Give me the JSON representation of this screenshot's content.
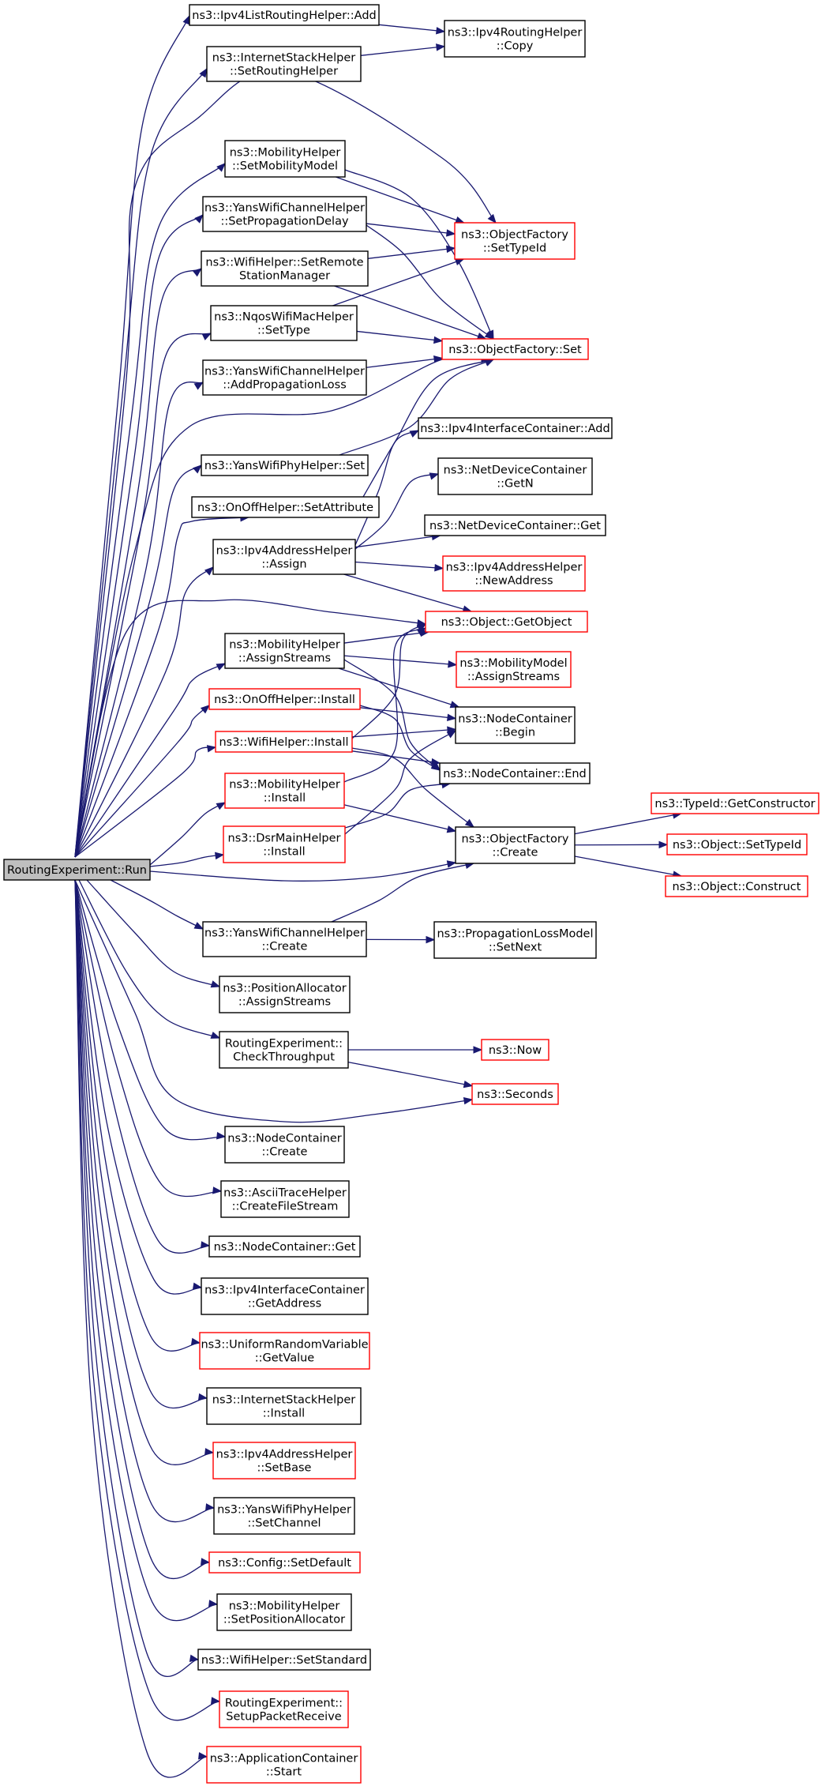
{
  "diagram": {
    "root": "RoutingExperiment::Run",
    "colors": {
      "edge": "#191970",
      "node_border_default": "#000000",
      "node_border_undocumented": "#ff0000",
      "root_fill": "#bfbfbf"
    },
    "nodes": {
      "run": {
        "lines": [
          "RoutingExperiment::Run"
        ],
        "style": "root"
      },
      "ipv4list_add": {
        "lines": [
          "ns3::Ipv4ListRoutingHelper::Add"
        ],
        "style": "black"
      },
      "ipv4rh_copy": {
        "lines": [
          "ns3::Ipv4RoutingHelper",
          "::Copy"
        ],
        "style": "black"
      },
      "ish_setrouting": {
        "lines": [
          "ns3::InternetStackHelper",
          "::SetRoutingHelper"
        ],
        "style": "black"
      },
      "mob_setmodel": {
        "lines": [
          "ns3::MobilityHelper",
          "::SetMobilityModel"
        ],
        "style": "black"
      },
      "of_settypeid": {
        "lines": [
          "ns3::ObjectFactory",
          "::SetTypeId"
        ],
        "style": "red"
      },
      "ywch_setprop": {
        "lines": [
          "ns3::YansWifiChannelHelper",
          "::SetPropagationDelay"
        ],
        "style": "black"
      },
      "wifi_setremote": {
        "lines": [
          "ns3::WifiHelper::SetRemote",
          "StationManager"
        ],
        "style": "black"
      },
      "nqos_settype": {
        "lines": [
          "ns3::NqosWifiMacHelper",
          "::SetType"
        ],
        "style": "black"
      },
      "of_set": {
        "lines": [
          "ns3::ObjectFactory::Set"
        ],
        "style": "red"
      },
      "ywch_addprop": {
        "lines": [
          "ns3::YansWifiChannelHelper",
          "::AddPropagationLoss"
        ],
        "style": "black"
      },
      "ipv4ic_add": {
        "lines": [
          "ns3::Ipv4InterfaceContainer::Add"
        ],
        "style": "black"
      },
      "ywph_set": {
        "lines": [
          "ns3::YansWifiPhyHelper::Set"
        ],
        "style": "black"
      },
      "ndc_getn": {
        "lines": [
          "ns3::NetDeviceContainer",
          "::GetN"
        ],
        "style": "black"
      },
      "onoff_setattr": {
        "lines": [
          "ns3::OnOffHelper::SetAttribute"
        ],
        "style": "black"
      },
      "ndc_get": {
        "lines": [
          "ns3::NetDeviceContainer::Get"
        ],
        "style": "black"
      },
      "ipv4ah_assign": {
        "lines": [
          "ns3::Ipv4AddressHelper",
          "::Assign"
        ],
        "style": "black"
      },
      "ipv4ah_newaddr": {
        "lines": [
          "ns3::Ipv4AddressHelper",
          "::NewAddress"
        ],
        "style": "red"
      },
      "obj_getobject": {
        "lines": [
          "ns3::Object::GetObject"
        ],
        "style": "red"
      },
      "mob_assignstreams": {
        "lines": [
          "ns3::MobilityHelper",
          "::AssignStreams"
        ],
        "style": "black"
      },
      "mm_assignstreams": {
        "lines": [
          "ns3::MobilityModel",
          "::AssignStreams"
        ],
        "style": "red"
      },
      "onoff_install": {
        "lines": [
          "ns3::OnOffHelper::Install"
        ],
        "style": "red"
      },
      "nc_begin": {
        "lines": [
          "ns3::NodeContainer",
          "::Begin"
        ],
        "style": "black"
      },
      "wifi_install": {
        "lines": [
          "ns3::WifiHelper::Install"
        ],
        "style": "red"
      },
      "nc_end": {
        "lines": [
          "ns3::NodeContainer::End"
        ],
        "style": "black"
      },
      "mob_install": {
        "lines": [
          "ns3::MobilityHelper",
          "::Install"
        ],
        "style": "red"
      },
      "typeid_getctor": {
        "lines": [
          "ns3::TypeId::GetConstructor"
        ],
        "style": "red"
      },
      "dsr_install": {
        "lines": [
          "ns3::DsrMainHelper",
          "::Install"
        ],
        "style": "red"
      },
      "of_create": {
        "lines": [
          "ns3::ObjectFactory",
          "::Create"
        ],
        "style": "black"
      },
      "obj_settypeid": {
        "lines": [
          "ns3::Object::SetTypeId"
        ],
        "style": "red"
      },
      "obj_construct": {
        "lines": [
          "ns3::Object::Construct"
        ],
        "style": "red"
      },
      "ywch_create": {
        "lines": [
          "ns3::YansWifiChannelHelper",
          "::Create"
        ],
        "style": "black"
      },
      "plm_setnext": {
        "lines": [
          "ns3::PropagationLossModel",
          "::SetNext"
        ],
        "style": "black"
      },
      "pa_assignstreams": {
        "lines": [
          "ns3::PositionAllocator",
          "::AssignStreams"
        ],
        "style": "black"
      },
      "re_checkthroughput": {
        "lines": [
          "RoutingExperiment::",
          "CheckThroughput"
        ],
        "style": "black"
      },
      "ns3_now": {
        "lines": [
          "ns3::Now"
        ],
        "style": "red"
      },
      "ns3_seconds": {
        "lines": [
          "ns3::Seconds"
        ],
        "style": "red"
      },
      "nc_create": {
        "lines": [
          "ns3::NodeContainer",
          "::Create"
        ],
        "style": "black"
      },
      "ath_createfs": {
        "lines": [
          "ns3::AsciiTraceHelper",
          "::CreateFileStream"
        ],
        "style": "black"
      },
      "nc_get": {
        "lines": [
          "ns3::NodeContainer::Get"
        ],
        "style": "black"
      },
      "ipv4ic_getaddr": {
        "lines": [
          "ns3::Ipv4InterfaceContainer",
          "::GetAddress"
        ],
        "style": "black"
      },
      "urv_getvalue": {
        "lines": [
          "ns3::UniformRandomVariable",
          "::GetValue"
        ],
        "style": "red"
      },
      "ish_install": {
        "lines": [
          "ns3::InternetStackHelper",
          "::Install"
        ],
        "style": "black"
      },
      "ipv4ah_setbase": {
        "lines": [
          "ns3::Ipv4AddressHelper",
          "::SetBase"
        ],
        "style": "red"
      },
      "ywph_setchannel": {
        "lines": [
          "ns3::YansWifiPhyHelper",
          "::SetChannel"
        ],
        "style": "black"
      },
      "config_setdefault": {
        "lines": [
          "ns3::Config::SetDefault"
        ],
        "style": "red"
      },
      "mob_setposalloc": {
        "lines": [
          "ns3::MobilityHelper",
          "::SetPositionAllocator"
        ],
        "style": "black"
      },
      "wifi_setstandard": {
        "lines": [
          "ns3::WifiHelper::SetStandard"
        ],
        "style": "black"
      },
      "re_setuprecv": {
        "lines": [
          "RoutingExperiment::",
          "SetupPacketReceive"
        ],
        "style": "red"
      },
      "appc_start": {
        "lines": [
          "ns3::ApplicationContainer",
          "::Start"
        ],
        "style": "red"
      }
    },
    "edges": [
      [
        "run",
        "ipv4list_add"
      ],
      [
        "run",
        "ish_setrouting"
      ],
      [
        "run",
        "of_settypeid"
      ],
      [
        "run",
        "mob_setmodel"
      ],
      [
        "run",
        "ywch_setprop"
      ],
      [
        "run",
        "wifi_setremote"
      ],
      [
        "run",
        "nqos_settype"
      ],
      [
        "run",
        "ywch_addprop"
      ],
      [
        "run",
        "of_set"
      ],
      [
        "run",
        "ywph_set"
      ],
      [
        "run",
        "onoff_setattr"
      ],
      [
        "run",
        "ipv4ah_assign"
      ],
      [
        "run",
        "obj_getobject"
      ],
      [
        "run",
        "mob_assignstreams"
      ],
      [
        "run",
        "onoff_install"
      ],
      [
        "run",
        "wifi_install"
      ],
      [
        "run",
        "mob_install"
      ],
      [
        "run",
        "dsr_install"
      ],
      [
        "run",
        "of_create"
      ],
      [
        "run",
        "ywch_create"
      ],
      [
        "run",
        "pa_assignstreams"
      ],
      [
        "run",
        "re_checkthroughput"
      ],
      [
        "run",
        "ns3_seconds"
      ],
      [
        "run",
        "nc_create"
      ],
      [
        "run",
        "ath_createfs"
      ],
      [
        "run",
        "nc_get"
      ],
      [
        "run",
        "ipv4ic_getaddr"
      ],
      [
        "run",
        "urv_getvalue"
      ],
      [
        "run",
        "ish_install"
      ],
      [
        "run",
        "ipv4ah_setbase"
      ],
      [
        "run",
        "ywph_setchannel"
      ],
      [
        "run",
        "config_setdefault"
      ],
      [
        "run",
        "mob_setposalloc"
      ],
      [
        "run",
        "wifi_setstandard"
      ],
      [
        "run",
        "re_setuprecv"
      ],
      [
        "run",
        "appc_start"
      ],
      [
        "ipv4list_add",
        "ipv4rh_copy"
      ],
      [
        "ish_setrouting",
        "ipv4rh_copy"
      ],
      [
        "mob_setmodel",
        "of_settypeid"
      ],
      [
        "mob_setmodel",
        "of_set"
      ],
      [
        "ywch_setprop",
        "of_settypeid"
      ],
      [
        "ywch_setprop",
        "of_set"
      ],
      [
        "wifi_setremote",
        "of_settypeid"
      ],
      [
        "wifi_setremote",
        "of_set"
      ],
      [
        "nqos_settype",
        "of_settypeid"
      ],
      [
        "nqos_settype",
        "of_set"
      ],
      [
        "ywch_addprop",
        "of_set"
      ],
      [
        "ywph_set",
        "of_set"
      ],
      [
        "onoff_setattr",
        "of_set"
      ],
      [
        "ipv4ah_assign",
        "ipv4ic_add"
      ],
      [
        "ipv4ah_assign",
        "ndc_getn"
      ],
      [
        "ipv4ah_assign",
        "ndc_get"
      ],
      [
        "ipv4ah_assign",
        "ipv4ah_newaddr"
      ],
      [
        "ipv4ah_assign",
        "obj_getobject"
      ],
      [
        "mob_assignstreams",
        "obj_getobject"
      ],
      [
        "mob_assignstreams",
        "mm_assignstreams"
      ],
      [
        "mob_assignstreams",
        "nc_begin"
      ],
      [
        "mob_assignstreams",
        "nc_end"
      ],
      [
        "onoff_install",
        "nc_begin"
      ],
      [
        "onoff_install",
        "nc_end"
      ],
      [
        "wifi_install",
        "obj_getobject"
      ],
      [
        "wifi_install",
        "nc_begin"
      ],
      [
        "wifi_install",
        "nc_end"
      ],
      [
        "wifi_install",
        "of_create"
      ],
      [
        "mob_install",
        "obj_getobject"
      ],
      [
        "mob_install",
        "of_create"
      ],
      [
        "dsr_install",
        "nc_begin"
      ],
      [
        "dsr_install",
        "nc_end"
      ],
      [
        "of_create",
        "typeid_getctor"
      ],
      [
        "of_create",
        "obj_settypeid"
      ],
      [
        "of_create",
        "obj_construct"
      ],
      [
        "ywch_create",
        "of_create"
      ],
      [
        "ywch_create",
        "plm_setnext"
      ],
      [
        "re_checkthroughput",
        "ns3_now"
      ],
      [
        "re_checkthroughput",
        "ns3_seconds"
      ]
    ]
  }
}
